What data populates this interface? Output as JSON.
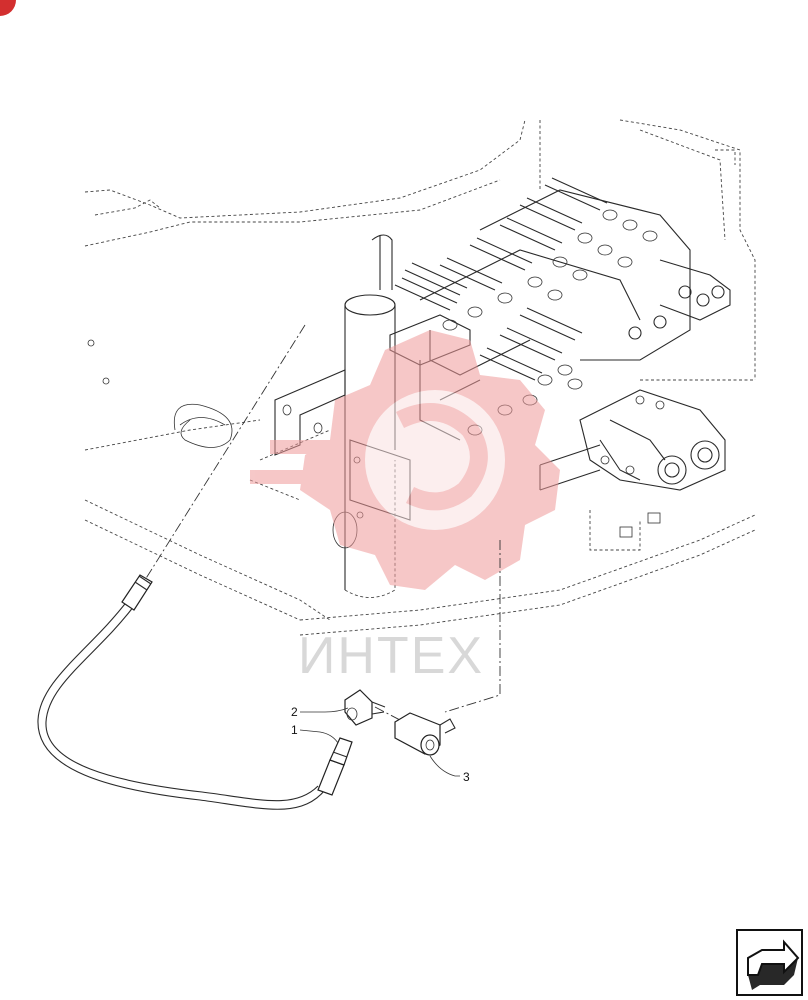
{
  "callouts": [
    {
      "id": "1",
      "label": "1"
    },
    {
      "id": "2",
      "label": "2"
    },
    {
      "id": "3",
      "label": "3"
    }
  ],
  "watermark": {
    "text": "ИНТЕХ",
    "color": "#e63946"
  },
  "colors": {
    "line": "#2a2a2a",
    "watermark_logo": "#ef9a9a",
    "corner_badge": "#d32f2f"
  },
  "nav_icon": "next-page-arrow-icon"
}
